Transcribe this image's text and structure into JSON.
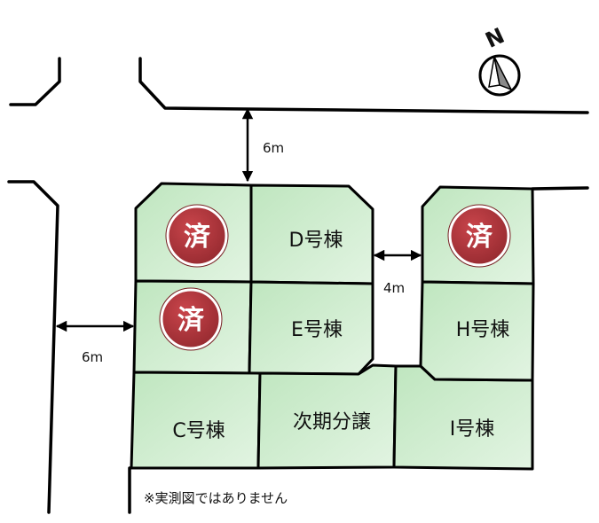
{
  "compass": {
    "label": "N",
    "icon": "north-arrow-icon"
  },
  "dimensions": {
    "north_road": "6m",
    "west_road": "6m",
    "inner_road": "4m"
  },
  "sold_badge": "済",
  "lots": {
    "d": "D号棟",
    "e": "E号棟",
    "c": "C号棟",
    "next_phase": "次期分譲",
    "i": "I号棟",
    "h": "H号棟"
  },
  "note": "※実測図ではありません",
  "colors": {
    "lot_fill": "#ccebcb",
    "badge_fill": "#b3363c",
    "badge_ring": "#ffffff"
  }
}
